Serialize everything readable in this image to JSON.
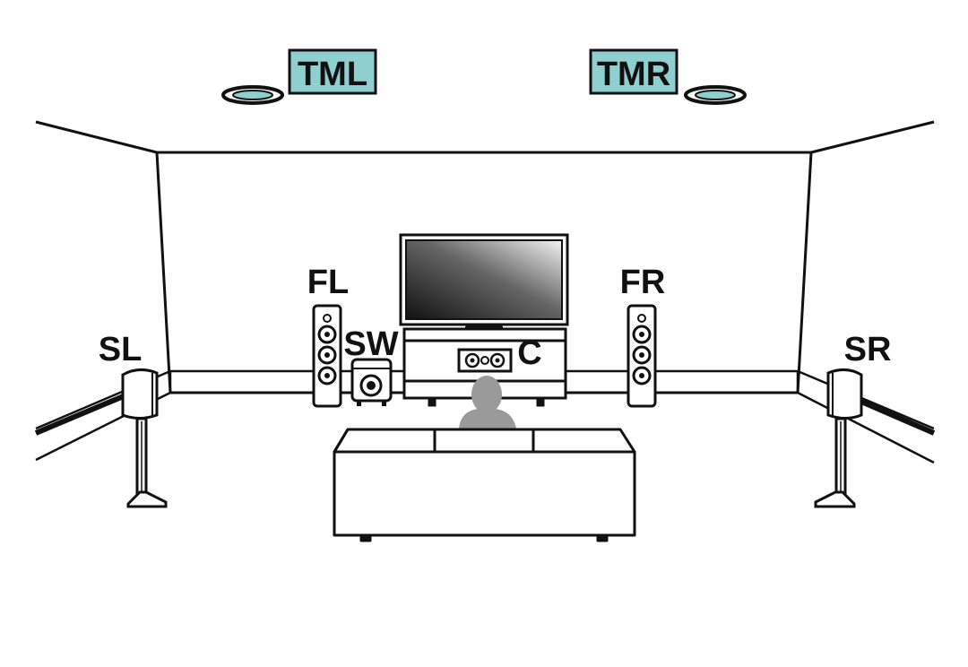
{
  "labels": {
    "top_middle_left": "TML",
    "top_middle_right": "TMR",
    "front_left": "FL",
    "front_right": "FR",
    "subwoofer": "SW",
    "center": "C",
    "surround_left": "SL",
    "surround_right": "SR"
  },
  "colors": {
    "highlight": "#8fcfcf",
    "line": "#111111",
    "background": "#ffffff",
    "listener": "#9a9a9a"
  }
}
